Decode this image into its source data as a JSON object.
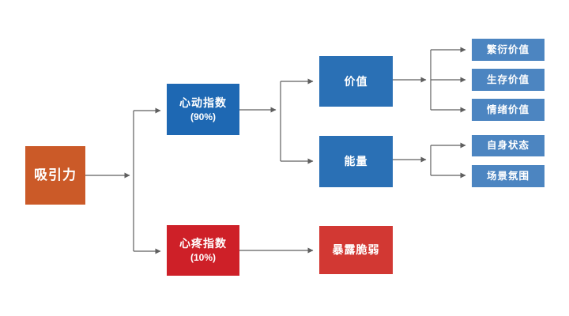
{
  "diagram": {
    "nodes": {
      "root": {
        "label": "吸引力"
      },
      "heartbeat": {
        "label": "心动指数",
        "sublabel": "(90%)"
      },
      "heartache": {
        "label": "心疼指数",
        "sublabel": "(10%)"
      },
      "value": {
        "label": "价值"
      },
      "energy": {
        "label": "能量"
      },
      "vulnerability": {
        "label": "暴露脆弱"
      },
      "reproduction": {
        "label": "繁衍价值"
      },
      "survival": {
        "label": "生存价值"
      },
      "emotion": {
        "label": "情绪价值"
      },
      "self_state": {
        "label": "自身状态"
      },
      "scene": {
        "label": "场景氛围"
      }
    },
    "edges": [
      {
        "from": "吸引力",
        "to": "心动指数"
      },
      {
        "from": "吸引力",
        "to": "心疼指数"
      },
      {
        "from": "心动指数",
        "to": "价值"
      },
      {
        "from": "心动指数",
        "to": "能量"
      },
      {
        "from": "价值",
        "to": "繁衍价值"
      },
      {
        "from": "价值",
        "to": "生存价值"
      },
      {
        "from": "价值",
        "to": "情绪价值"
      },
      {
        "from": "能量",
        "to": "自身状态"
      },
      {
        "from": "能量",
        "to": "场景氛围"
      },
      {
        "from": "心疼指数",
        "to": "暴露脆弱"
      }
    ],
    "colors": {
      "orange": "#CB5A28",
      "blue_dark": "#1E68B3",
      "blue_mid": "#2A70B5",
      "blue_light": "#4C85C1",
      "red": "#CE2028",
      "red_light": "#D23833",
      "connector": "#5F5F5F"
    }
  }
}
